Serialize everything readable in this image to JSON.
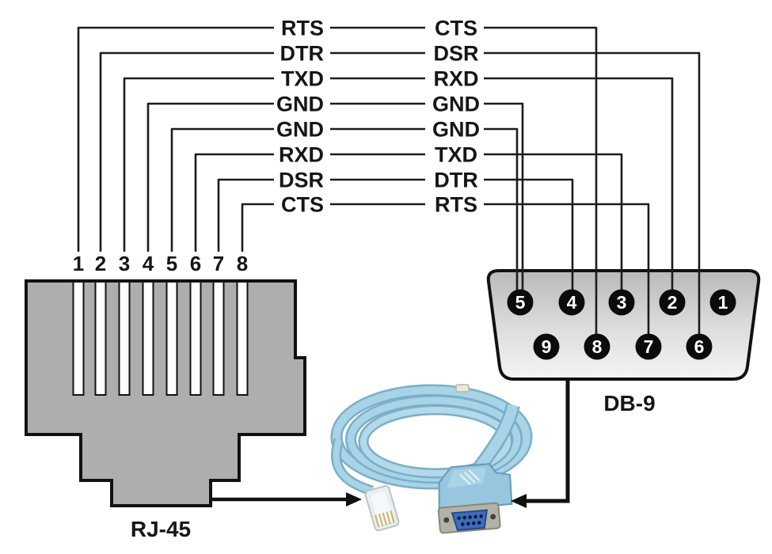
{
  "diagram": {
    "wires": [
      {
        "rj45_pin": "1",
        "rj45_signal": "RTS",
        "db9_signal": "CTS",
        "db9_pin": "8"
      },
      {
        "rj45_pin": "2",
        "rj45_signal": "DTR",
        "db9_signal": "DSR",
        "db9_pin": "6"
      },
      {
        "rj45_pin": "3",
        "rj45_signal": "TXD",
        "db9_signal": "RXD",
        "db9_pin": "2"
      },
      {
        "rj45_pin": "4",
        "rj45_signal": "GND",
        "db9_signal": "GND",
        "db9_pin": "5"
      },
      {
        "rj45_pin": "5",
        "rj45_signal": "GND",
        "db9_signal": "GND",
        "db9_pin": "5"
      },
      {
        "rj45_pin": "6",
        "rj45_signal": "RXD",
        "db9_signal": "TXD",
        "db9_pin": "3"
      },
      {
        "rj45_pin": "7",
        "rj45_signal": "DSR",
        "db9_signal": "DTR",
        "db9_pin": "4"
      },
      {
        "rj45_pin": "8",
        "rj45_signal": "CTS",
        "db9_signal": "RTS",
        "db9_pin": "7"
      }
    ],
    "rj45": {
      "label": "RJ-45",
      "pin_numbers": [
        "1",
        "2",
        "3",
        "4",
        "5",
        "6",
        "7",
        "8"
      ]
    },
    "db9": {
      "label": "DB-9",
      "pin_rows": [
        [
          "5",
          "4",
          "3",
          "2",
          "1"
        ],
        [
          "9",
          "8",
          "7",
          "6"
        ]
      ]
    },
    "cable_photo": {
      "semantic": "console-cable-photo",
      "description_parts": [
        "flat-ribbon-cable-coil",
        "rj45-plug",
        "db9-serial-connector"
      ]
    },
    "colors": {
      "wire": "#1c1c1c",
      "outline": "#111111",
      "rj45_fill": "#aeaeae",
      "slot_fill": "#ffffff",
      "db9_grad_top": "#b9b9b9",
      "db9_grad_bottom": "#f4f4f4",
      "pin_circle": "#0b0b0b",
      "pin_number_text": "#ffffff",
      "cable_blue": "#a9d3e6",
      "cable_blue_dark": "#79afc9",
      "metal_face": "#b2b2a6",
      "dsub_insert_blue": "#3e6cbe"
    }
  }
}
